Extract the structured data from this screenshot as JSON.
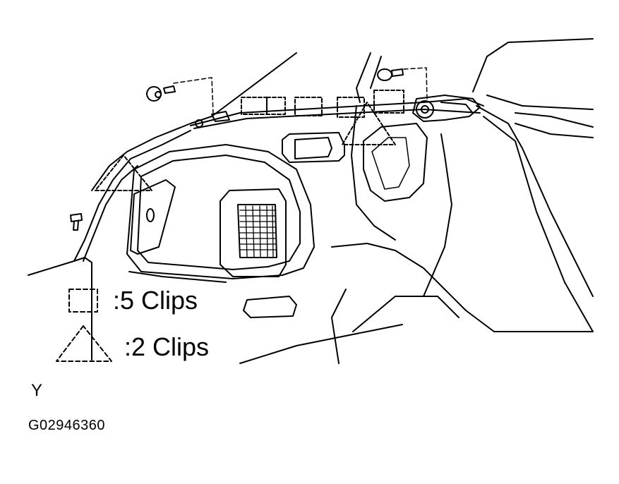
{
  "legend": {
    "square_label": ":5 Clips",
    "triangle_label": ":2 Clips"
  },
  "view_code": "Y",
  "figure_id": "G02946360",
  "colors": {
    "line": "#000000",
    "background": "#ffffff"
  }
}
